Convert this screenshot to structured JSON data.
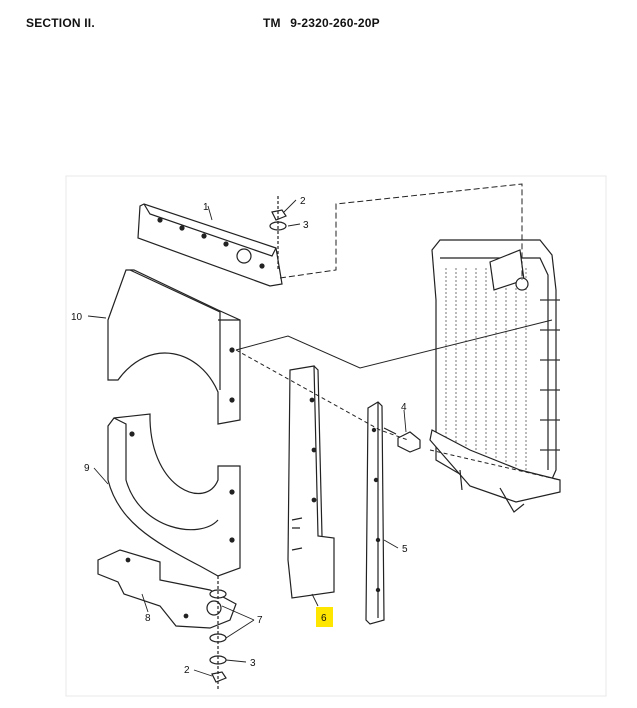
{
  "header": {
    "section": "SECTION II.",
    "tm_number": "TM  9-2320-260-20P"
  },
  "figure": {
    "callouts": {
      "c1": "1",
      "c2a": "2",
      "c3a": "3",
      "c10": "10",
      "c4": "4",
      "c9": "9",
      "c5": "5",
      "c8": "8",
      "c7": "7",
      "c6": "6",
      "c2b": "2",
      "c3b": "3"
    },
    "highlight_color": "#ffe600"
  }
}
